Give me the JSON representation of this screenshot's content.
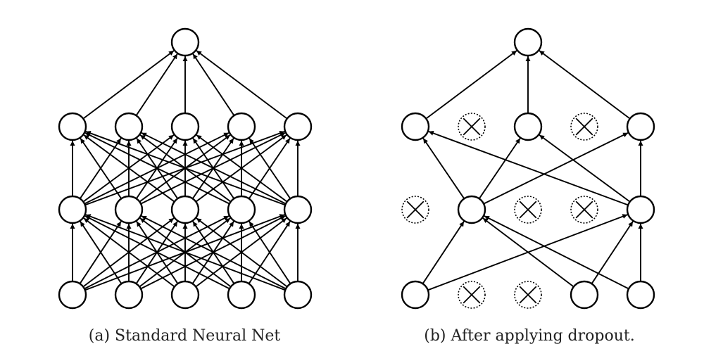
{
  "diagrams": [
    {
      "id": "standard",
      "caption": "(a) Standard Neural Net",
      "layers": [
        [
          {
            "on": true
          },
          {
            "on": true
          },
          {
            "on": true
          },
          {
            "on": true
          },
          {
            "on": true
          }
        ],
        [
          {
            "on": true
          },
          {
            "on": true
          },
          {
            "on": true
          },
          {
            "on": true
          },
          {
            "on": true
          }
        ],
        [
          {
            "on": true
          },
          {
            "on": true
          },
          {
            "on": true
          },
          {
            "on": true
          },
          {
            "on": true
          }
        ],
        [
          {
            "on": true
          }
        ]
      ],
      "connectivity": "full"
    },
    {
      "id": "dropout",
      "caption": "(b) After applying dropout.",
      "layers": [
        [
          {
            "on": true
          },
          {
            "on": false
          },
          {
            "on": false
          },
          {
            "on": true
          },
          {
            "on": true
          }
        ],
        [
          {
            "on": false
          },
          {
            "on": true
          },
          {
            "on": false
          },
          {
            "on": false
          },
          {
            "on": true
          }
        ],
        [
          {
            "on": true
          },
          {
            "on": false
          },
          {
            "on": true
          },
          {
            "on": false
          },
          {
            "on": true
          }
        ],
        [
          {
            "on": true
          }
        ]
      ],
      "connectivity": "active-only"
    }
  ]
}
